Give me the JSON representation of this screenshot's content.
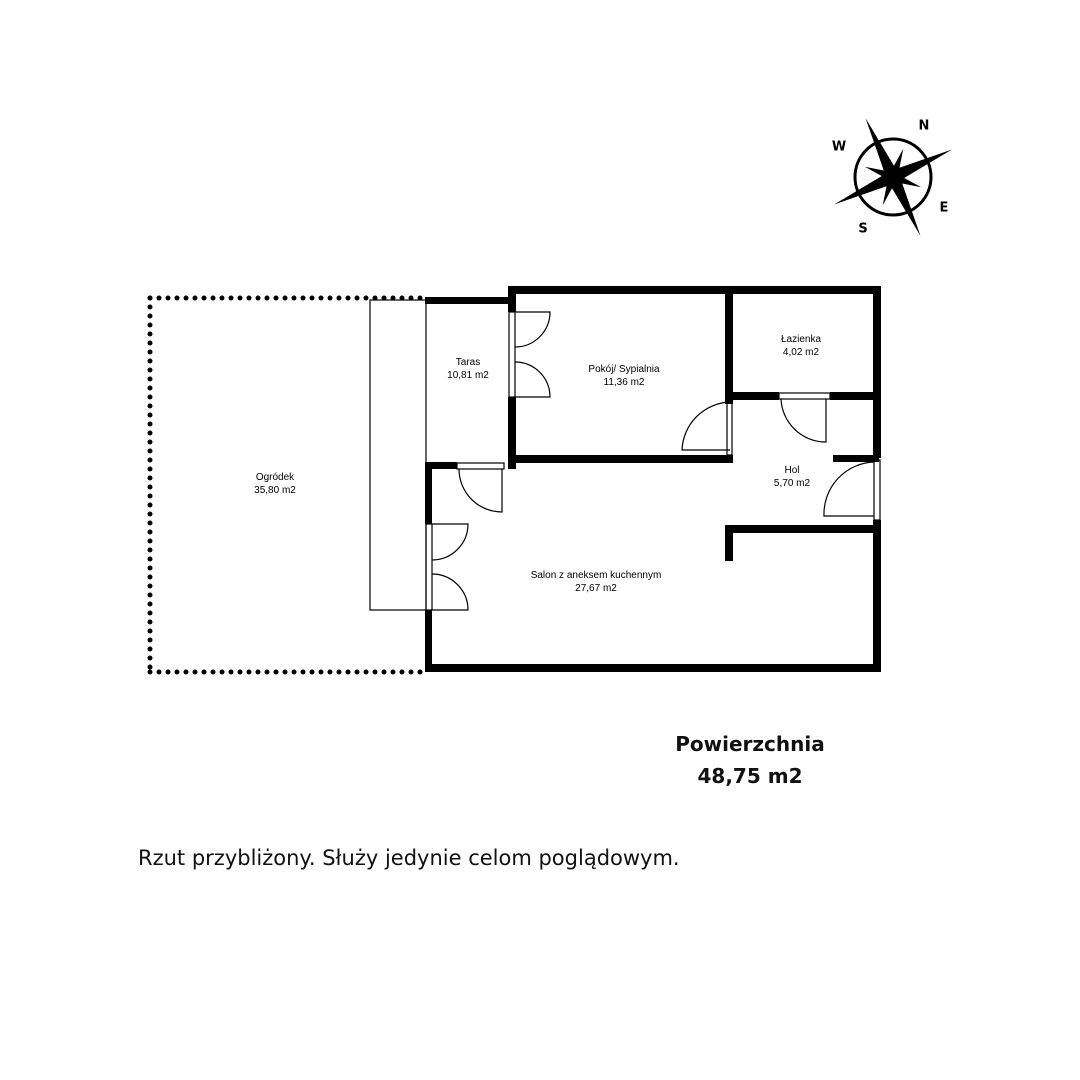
{
  "compass": {
    "icon": "compass-rose-icon",
    "north": "N",
    "east": "E",
    "south": "S",
    "west": "W"
  },
  "rooms": {
    "garden": {
      "name": "Ogródek",
      "area": "35,80 m2"
    },
    "terrace": {
      "name": "Taras",
      "area": "10,81 m2"
    },
    "bedroom": {
      "name": "Pokój/ Sypialnia",
      "area": "11,36 m2"
    },
    "bathroom": {
      "name": "Łazienka",
      "area": "4,02 m2"
    },
    "hall": {
      "name": "Hol",
      "area": "5,70 m2"
    },
    "living": {
      "name": "Salon z aneksem kuchennym",
      "area": "27,67 m2"
    }
  },
  "summary": {
    "title": "Powierzchnia",
    "value": "48,75 m2"
  },
  "disclaimer": "Rzut przybliżony. Służy jedynie celom poglądowym."
}
